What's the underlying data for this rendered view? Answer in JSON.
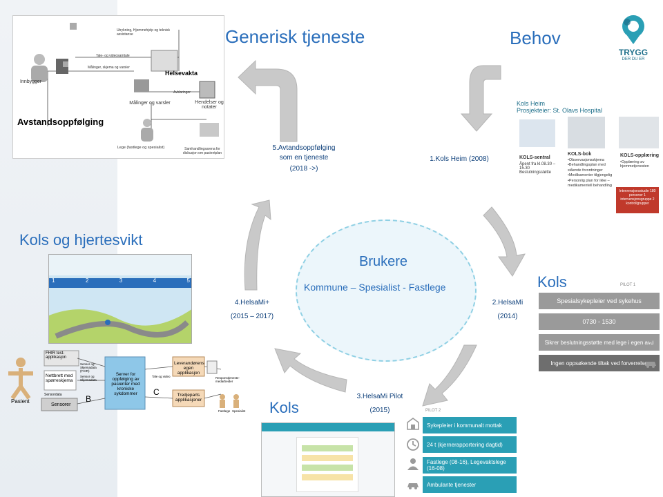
{
  "titles": {
    "generisk": "Generisk tjeneste",
    "behov": "Behov",
    "kols_hjertesvikt": "Kols og hjertesvikt",
    "kols_right": "Kols",
    "kols_bottom": "Kols",
    "brukere": "Brukere",
    "kommune": "Kommune – Spesialist - Fastlege"
  },
  "logo": {
    "line1": "TRYGG",
    "line2": "DER DU ER"
  },
  "avstand": {
    "title": "Avstandsoppfølging",
    "helsevakta": "Helsevakta",
    "innbygger": "Innbygger",
    "maalinger": "Målinger og varsler",
    "hendelser": "Hendelser og notater",
    "lege": "Lege (fastlege og spesialist)",
    "samhandling": "Samhandlingsarena for diskusjon om pasientplan",
    "utrykning": "Utrykning, Hjemmehjelp og teknisk assistanse",
    "tale": "Tale- og videosamtale",
    "malinger_skjema": "Målinger, skjema og varsler",
    "avklaringer": "Avklaringer"
  },
  "steps": {
    "s1": {
      "label": "1.Kols Heim (2008)"
    },
    "s2": {
      "label": "2.HelsaMi",
      "year": "(2014)"
    },
    "s3": {
      "label": "3.HelsaMi Pilot",
      "year": "(2015)"
    },
    "s4": {
      "label": "4.HelsaMi+",
      "year": "(2015 – 2017)"
    },
    "s5": {
      "line1": "5.Avtandsoppfølging",
      "line2": "som en tjeneste",
      "year": "(2018 ->)"
    }
  },
  "kolsheim": {
    "header1": "Kols Heim",
    "header2": "Prosjekteier: St. Olavs Hospital",
    "sentral_title": "KOLS-sentral",
    "sentral_text": "Åpent fra kl.08.30 – 15.30 Beslutningsstøtte",
    "bok_title": "KOLS-bok",
    "bok_items": [
      "•Observasjonsskjema",
      "•Behandlingsplan med stående forordninger",
      "•Medikamenter tilgjengelig",
      "•Personlig plan for ikke – medikamentell behandling"
    ],
    "opplaering_title": "KOLS-opplæring",
    "opplaering_text": "•Opplæring av hjemmetjenesten",
    "studie": "Intervensjonsstudie 180 personer 1 intervensjonsgruppe 2 kontrollgrupper"
  },
  "pilot1": {
    "label": "PILOT 1",
    "rows": [
      "Spesialsykepleier ved sykehus",
      "0730 - 1530",
      "Sikrer beslutningsstøtte med lege i egen avd",
      "Ingen oppsøkende tiltak ved forverrelse"
    ]
  },
  "pilot2": {
    "label": "PILOT 2",
    "rows": [
      "Sykepleier i kommunalt mottak",
      "24 t (kjernerapportering dagtid)",
      "Fastlege (08-16), Legevaktslege (16-08)",
      "Ambulante tjenester"
    ]
  },
  "arch": {
    "pasient": "Pasient",
    "nettbrett": "Nettbrett med spørreskjema",
    "fhir": "FHIR test-applikasjon",
    "sensordata": "Sensordata",
    "sensorer": "Sensorer",
    "server": "Server for oppfølging av pasienter med kroniske sykdommer",
    "leverandor": "Leverandørens egen applikasjon",
    "tredjeparts": "Tredjeparts applikasjoner",
    "b": "B",
    "c": "C",
    "fastlege": "Fastlege",
    "spesialist": "Spesialist",
    "responstjeneste": "Responstjeneste-medarbeider",
    "sensor1": "Sensor og Skjemadata (FHIR)",
    "sensor2": "Sensor og Skjemadata",
    "talevideo": "Tale og video"
  },
  "helsami": {
    "steps": [
      "1",
      "2",
      "3",
      "4",
      "5"
    ]
  },
  "colors": {
    "blue": "#2a6ebb",
    "teal": "#2a9fb5",
    "arrow": "#c8c8c8"
  }
}
